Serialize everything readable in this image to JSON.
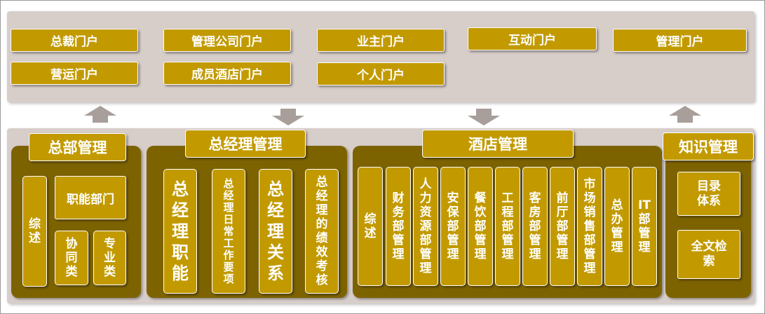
{
  "portals": [
    "总裁门户",
    "管理公司门户",
    "业主门户",
    "互动门户",
    "管理门户",
    "营运门户",
    "成员酒店门户",
    "个人门户"
  ],
  "sections": {
    "hq": {
      "title": "总部管理",
      "items": [
        "综述",
        "职能部门",
        "协同类",
        "专业类"
      ]
    },
    "gm": {
      "title": "总经理管理",
      "items": [
        "总经理职能",
        "总经理日常工作要项",
        "总经理关系",
        "总经理的绩效考核"
      ]
    },
    "hotel": {
      "title": "酒店管理",
      "items": [
        "综述",
        "财务部管理",
        "人力资源部管理",
        "安保部管理",
        "餐饮部管理",
        "工程部管理",
        "客房部管理",
        "前厅部管理",
        "市场销售部管理",
        "总办管理",
        "IT部管理"
      ]
    },
    "knowledge": {
      "title": "知识管理",
      "items": [
        "目录体系",
        "全文检索"
      ]
    }
  },
  "arrows": [
    "up",
    "down",
    "down",
    "up"
  ],
  "colors": {
    "accent": "#c29a00",
    "section_bg": "#7d6300",
    "panel_bg": "#d7cdc9",
    "arrow": "#a89e9a"
  }
}
